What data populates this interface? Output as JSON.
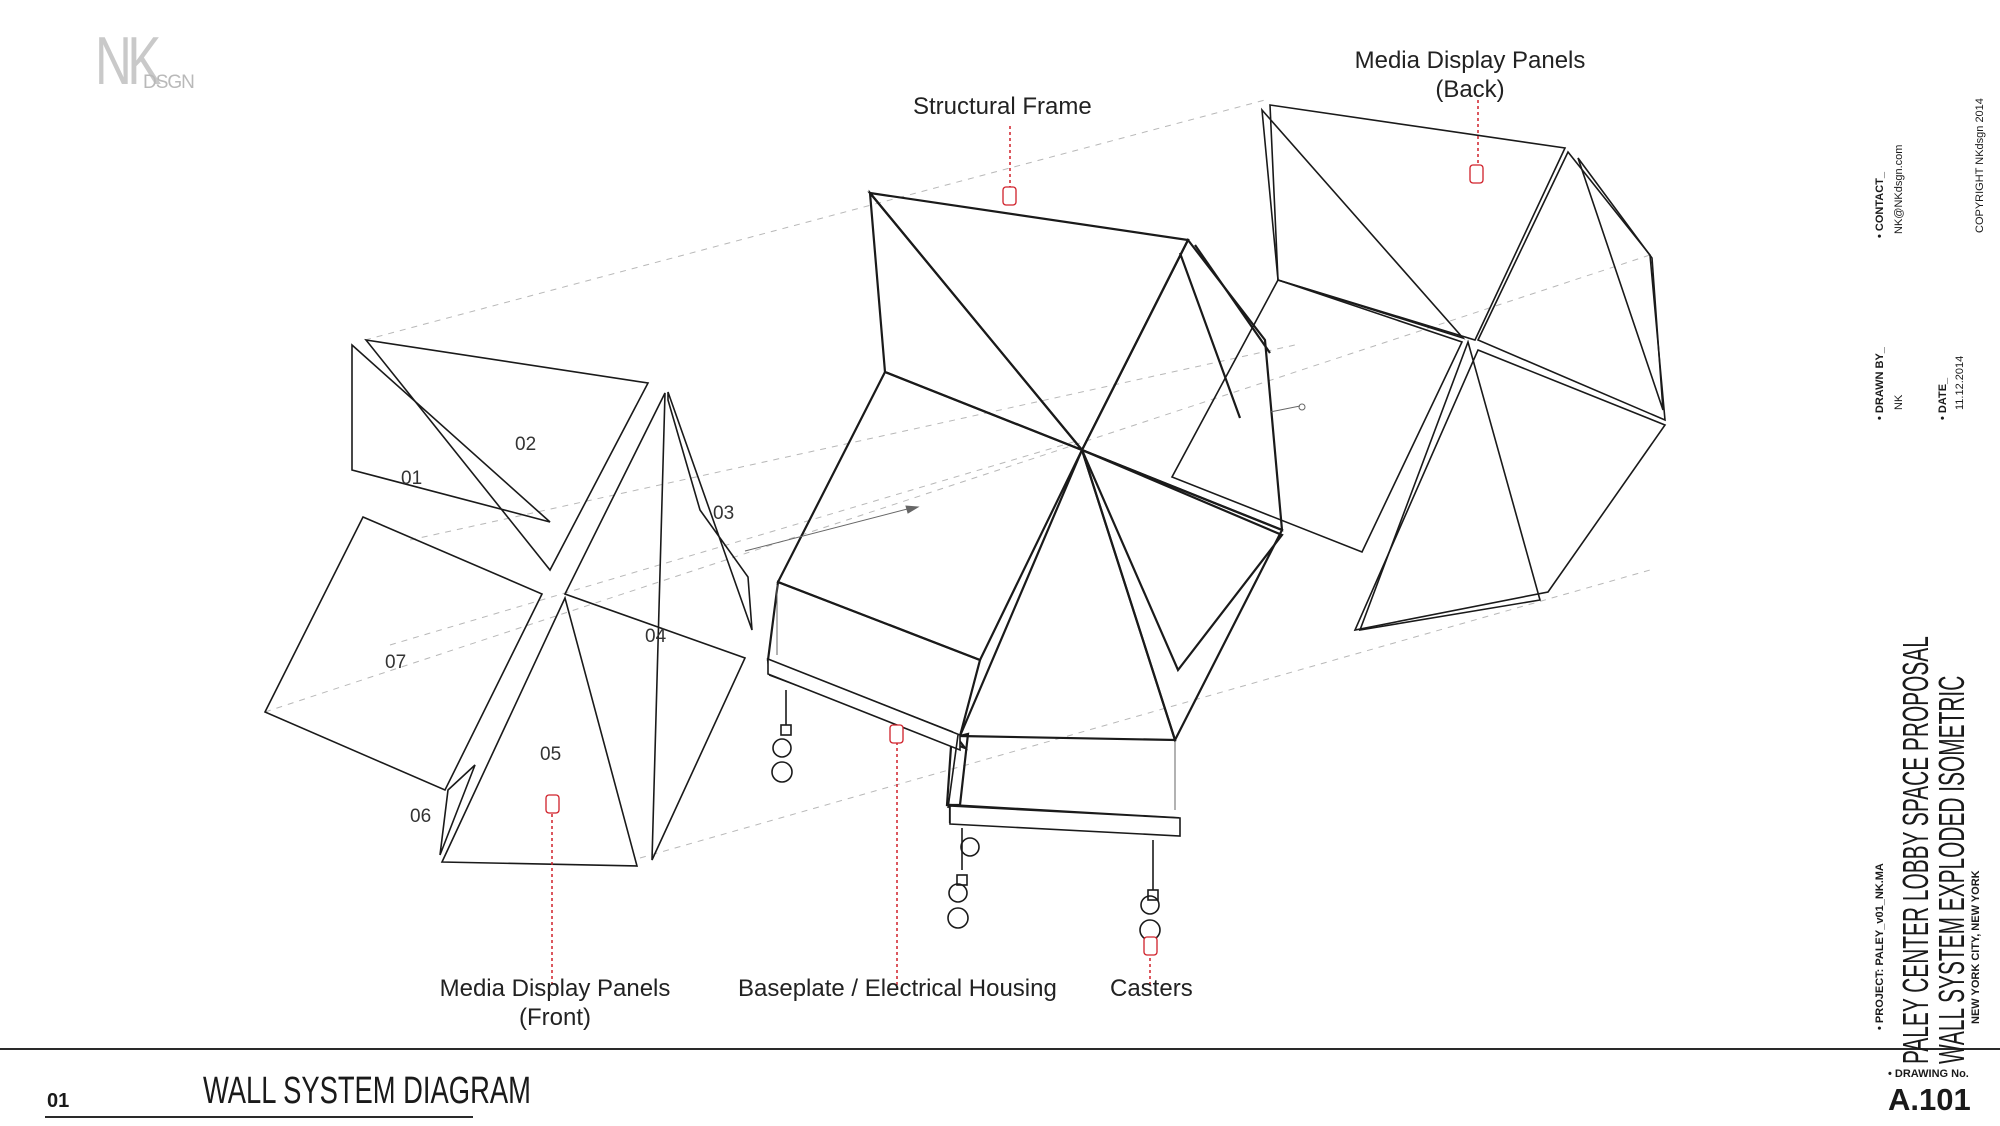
{
  "logo": {
    "main": "NK",
    "sub": "DSGN"
  },
  "labels": {
    "structural_frame": "Structural Frame",
    "media_back_line1": "Media Display Panels",
    "media_back_line2": "(Back)",
    "media_front_line1": "Media Display Panels",
    "media_front_line2": "(Front)",
    "baseplate": "Baseplate / Electrical Housing",
    "casters": "Casters"
  },
  "panel_numbers": [
    "01",
    "02",
    "03",
    "04",
    "05",
    "06",
    "07"
  ],
  "sheet": {
    "number": "01",
    "title": "WALL SYSTEM DIAGRAM"
  },
  "title_block": {
    "contact_label": "CONTACT_",
    "contact_value": "NK@NKdsgn.com",
    "copyright": "COPYRIGHT NKdsgn 2014",
    "drawn_by_label": "DRAWN BY_",
    "drawn_by_value": "NK",
    "date_label": "DATE_",
    "date_value": "11.12.2014",
    "project_label": "PROJECT: PALEY_v01_NK.MA",
    "project_title_1": "PALEY CENTER LOBBY SPACE PROPOSAL",
    "project_title_2": "WALL SYSTEM EXPLODED ISOMETRIC",
    "location": "NEW YORK CITY, NEW YORK",
    "drawing_no_label": "DRAWING No.",
    "drawing_no": "A.101"
  },
  "colors": {
    "line": "#1a1a1a",
    "guide": "#b0b0b0",
    "leader": "#d0202a"
  },
  "icons": [
    "nk-logo",
    "hand-pointer-icon",
    "caster-wheel-icon"
  ]
}
